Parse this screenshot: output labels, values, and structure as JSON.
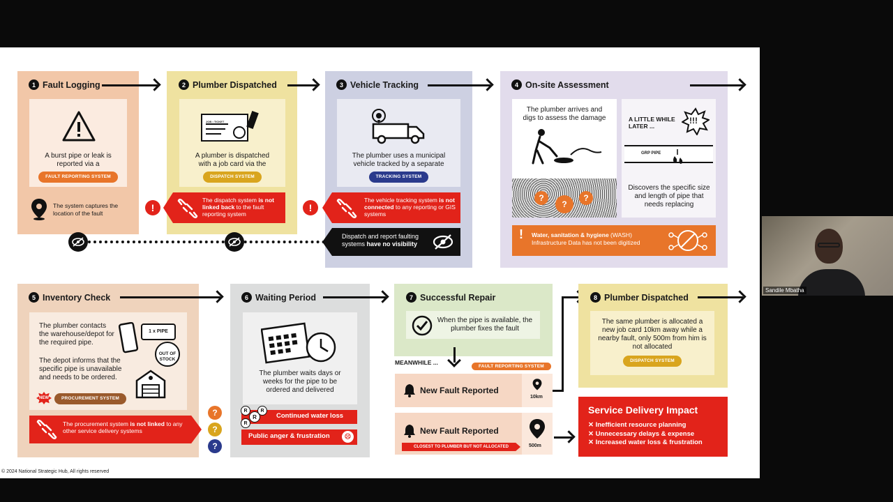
{
  "steps": {
    "s1": {
      "num": "1",
      "title": "Fault Logging",
      "text": "A burst pipe or leak is reported via a",
      "pill": "FAULT REPORTING SYSTEM",
      "note": "The system captures the location of the fault"
    },
    "s2": {
      "num": "2",
      "title": "Plumber Dispatched",
      "text": "A plumber is dispatched with a job card via the",
      "pill": "DISPATCH SYSTEM",
      "warn_pre": "The dispatch system ",
      "warn_bold": "is not linked back",
      "warn_post": " to the fault reporting system",
      "card_label": "JOB • TICKET"
    },
    "s3": {
      "num": "3",
      "title": "Vehicle Tracking",
      "text": "The plumber uses a municipal vehicle tracked by a separate",
      "pill": "TRACKING SYSTEM",
      "warn_pre": "The vehicle tracking system ",
      "warn_bold": "is not connected",
      "warn_post": " to any reporting or GIS systems",
      "visibility_pre": "Dispatch and report faulting systems ",
      "visibility_bold": "have no visibility"
    },
    "s4": {
      "num": "4",
      "title": "On-site Assessment",
      "left_text": "The plumber arrives and digs to assess the damage",
      "later": "A LITTLE WHILE LATER ...",
      "exclaim": "!!!",
      "pipe_label": "GRP PIPE",
      "right_text": "Discovers the specific size and length of pipe that needs replacing",
      "wash_bold": "Water, sanitation & hygiene",
      "wash_rest": " (WASH) Infrastructure Data has not been digitized"
    },
    "s5": {
      "num": "5",
      "title": "Inventory Check",
      "text1": "The plumber contacts the warehouse/depot for the required pipe.",
      "text2": "The depot informs that the specific pipe is unavailable and needs to be ordered.",
      "bubble": "1 x PIPE",
      "stock": "OUT OF STOCK",
      "new_badge": "NEW",
      "pill": "PROCUREMENT SYSTEM",
      "warn_pre": "The procurement system ",
      "warn_bold": "is not linked",
      "warn_post": " to any other service delivery systems"
    },
    "s6": {
      "num": "6",
      "title": "Waiting Period",
      "text": "The plumber waits days or weeks for the pipe to be ordered and delivered",
      "loss": "Continued water loss",
      "anger": "Public anger & frustration"
    },
    "s7": {
      "num": "7",
      "title": "Successful Repair",
      "text": "When the pipe is available, the plumber fixes the fault",
      "meanwhile": "MEANWHILE ...",
      "pill": "FAULT REPORTING SYSTEM",
      "nf1": "New Fault Reported",
      "nf1_dist": "10km",
      "nf2": "New Fault Reported",
      "nf2_dist": "500m",
      "closest": "CLOSEST TO PLUMBER BUT NOT ALLOCATED"
    },
    "s8": {
      "num": "8",
      "title": "Plumber Dispatched",
      "text": "The same plumber is allocated a new job card 10km away while a nearby fault, only 500m from him is not allocated",
      "pill": "DISPATCH SYSTEM"
    }
  },
  "impact": {
    "title": "Service Delivery Impact",
    "items": [
      "Inefficient resource planning",
      "Unnecessary delays & expense",
      "Increased water loss & frustration"
    ]
  },
  "footer": "© 2024 National Strategic Hub, All rights reserved",
  "video": {
    "name": "Sandile Mbatha"
  },
  "colors": {
    "peach": "#f2c7a8",
    "yellow": "#efe2a0",
    "lavender": "#cdd0e2",
    "lilac": "#e2dcec",
    "tan": "#efd3bc",
    "grey": "#dcdddd",
    "green": "#dbe8c8",
    "red": "#e2231a",
    "orange": "#e8752a"
  }
}
